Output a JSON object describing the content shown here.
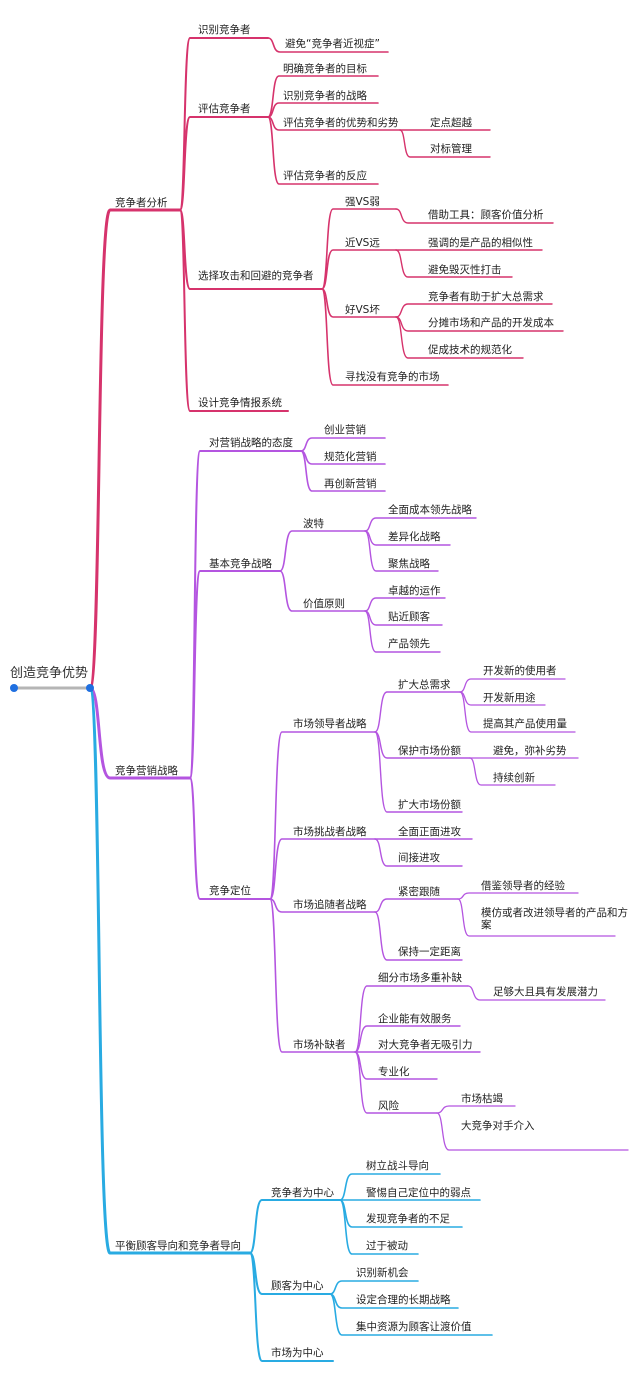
{
  "colors": {
    "red": "#d6336c",
    "purple": "#b455e0",
    "blue": "#29abe2",
    "root": "#b5b5b5",
    "dot": "#1f6fe0"
  },
  "root": "创造竞争优势",
  "labels": {
    "c1": "竞争者分析",
    "c1_1": "识别竞争者",
    "c1_1_1": "避免“竞争者近视症”",
    "c1_2": "评估竞争者",
    "c1_2_1": "明确竞争者的目标",
    "c1_2_2": "识别竞争者的战略",
    "c1_2_3": "评估竞争者的优势和劣势",
    "c1_2_3_1": "定点超越",
    "c1_2_3_2": "对标管理",
    "c1_2_4": "评估竞争者的反应",
    "c1_3": "选择攻击和回避的竞争者",
    "c1_3_1": "强VS弱",
    "c1_3_1_1": "借助工具：顾客价值分析",
    "c1_3_2": "近VS远",
    "c1_3_2_1": "强调的是产品的相似性",
    "c1_3_2_2": "避免毁灭性打击",
    "c1_3_3": "好VS坏",
    "c1_3_3_1": "竞争者有助于扩大总需求",
    "c1_3_3_2": "分摊市场和产品的开发成本",
    "c1_3_3_3": "促成技术的规范化",
    "c1_3_4": "寻找没有竞争的市场",
    "c1_4": "设计竞争情报系统",
    "c2": "竞争营销战略",
    "c2_1": "对营销战略的态度",
    "c2_1_1": "创业营销",
    "c2_1_2": "规范化营销",
    "c2_1_3": "再创新营销",
    "c2_2": "基本竞争战略",
    "c2_2_1": "波特",
    "c2_2_1_1": "全面成本领先战略",
    "c2_2_1_2": "差异化战略",
    "c2_2_1_3": "聚焦战略",
    "c2_2_2": "价值原则",
    "c2_2_2_1": "卓越的运作",
    "c2_2_2_2": "贴近顾客",
    "c2_2_2_3": "产品领先",
    "c2_3": "竞争定位",
    "c2_3_1": "市场领导者战略",
    "c2_3_1_1": "扩大总需求",
    "c2_3_1_1_1": "开发新的使用者",
    "c2_3_1_1_2": "开发新用途",
    "c2_3_1_1_3": "提高其产品使用量",
    "c2_3_1_2": "保护市场份额",
    "c2_3_1_2_1": "避免，弥补劣势",
    "c2_3_1_2_2": "持续创新",
    "c2_3_1_3": "扩大市场份额",
    "c2_3_2": "市场挑战者战略",
    "c2_3_2_1": "全面正面进攻",
    "c2_3_2_2": "间接进攻",
    "c2_3_3": "市场追随者战略",
    "c2_3_3_1": "紧密跟随",
    "c2_3_3_1_1": "借鉴领导者的经验",
    "c2_3_3_1_2": "模仿或者改进领导者的产品和方案",
    "c2_3_3_2": "保持一定距离",
    "c2_3_4": "市场补缺者",
    "c2_3_4_1": "细分市场多重补缺",
    "c2_3_4_1_1": "足够大且具有发展潜力",
    "c2_3_4_2": "企业能有效服务",
    "c2_3_4_3": "对大竞争者无吸引力",
    "c2_3_4_4": "专业化",
    "c2_3_4_5": "风险",
    "c2_3_4_5_1": "市场枯竭",
    "c2_3_4_5_2": "大竞争对手介入",
    "c3": "平衡顾客导向和竞争者导向",
    "c3_1": "竞争者为中心",
    "c3_1_1": "树立战斗导向",
    "c3_1_2": "警惕自己定位中的弱点",
    "c3_1_3": "发现竞争者的不足",
    "c3_1_4": "过于被动",
    "c3_2": "顾客为中心",
    "c3_2_1": "识别新机会",
    "c3_2_2": "设定合理的长期战略",
    "c3_2_3": "集中资源为顾客让渡价值",
    "c3_3": "市场为中心"
  }
}
